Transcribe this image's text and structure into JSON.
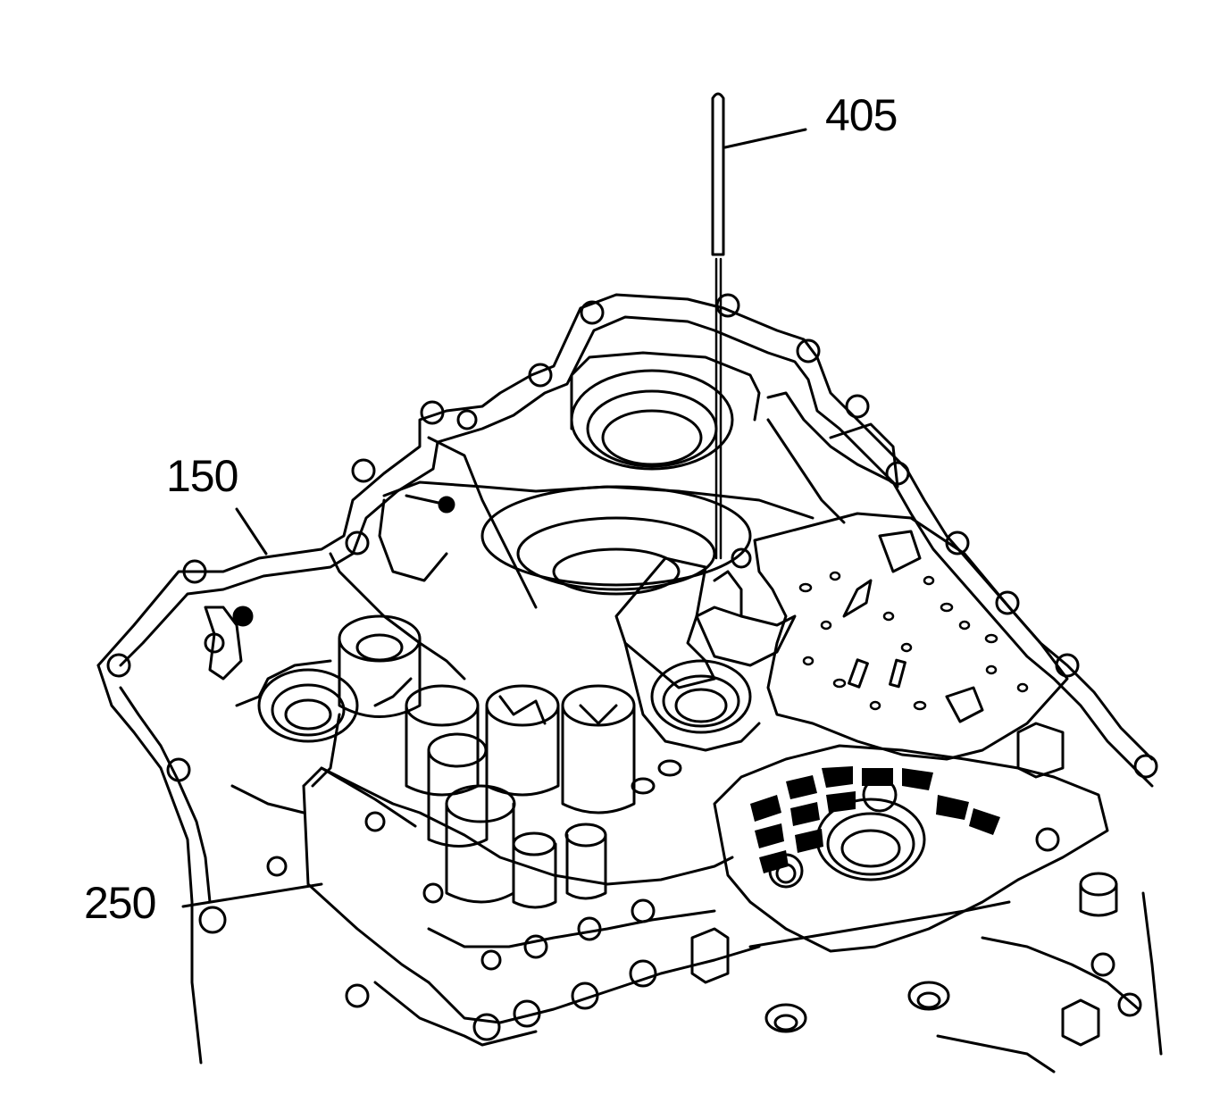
{
  "callouts": {
    "c405": "405",
    "c150": "150",
    "c250": "250"
  },
  "colors": {
    "line": "#000000",
    "background": "#ffffff"
  }
}
